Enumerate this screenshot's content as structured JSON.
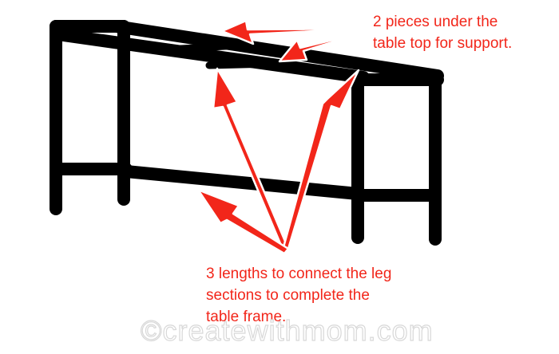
{
  "annotations": {
    "top_label": "2 pieces under the\ntable top for support.",
    "bottom_label": "3 lengths to connect the leg\nsections to complete the\ntable frame."
  },
  "watermark": {
    "text": "©createwithmom.com"
  },
  "colors": {
    "arrow": "#f2261a",
    "frame": "#000000",
    "text": "#f2261a",
    "background": "#ffffff"
  },
  "icons": {
    "arrow": "red-arrow-icon"
  }
}
